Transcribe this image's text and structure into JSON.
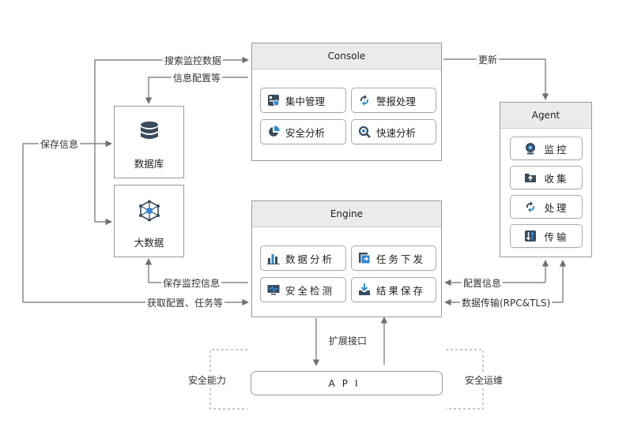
{
  "colors": {
    "line": "#6f6f6f",
    "dashed": "#a6a6a6",
    "header_bg": "#ebebeb",
    "accent": "#444444"
  },
  "console": {
    "title": "Console",
    "buttons": [
      {
        "label": "集中管理",
        "icon": "management-icon"
      },
      {
        "label": "警报处理",
        "icon": "alert-handling-icon"
      },
      {
        "label": "安全分析",
        "icon": "pie-chart-icon"
      },
      {
        "label": "快速分析",
        "icon": "magnifier-icon"
      }
    ]
  },
  "engine": {
    "title": "Engine",
    "buttons": [
      {
        "label": "数据分析",
        "icon": "bar-chart-icon"
      },
      {
        "label": "任务下发",
        "icon": "task-dispatch-icon"
      },
      {
        "label": "安全检测",
        "icon": "monitor-wave-icon"
      },
      {
        "label": "结果保存",
        "icon": "download-tray-icon"
      }
    ]
  },
  "agent": {
    "title": "Agent",
    "buttons": [
      {
        "label": "监控",
        "icon": "camera-icon"
      },
      {
        "label": "收集",
        "icon": "folder-upload-icon"
      },
      {
        "label": "处理",
        "icon": "process-arrows-icon"
      },
      {
        "label": "传输",
        "icon": "transfer-icon"
      }
    ]
  },
  "database": {
    "label": "数据库",
    "icon": "database-icon"
  },
  "bigdata": {
    "label": "大数据",
    "icon": "network-node-icon"
  },
  "api": {
    "label": "API"
  },
  "edges": {
    "search_monitor_data": "搜索监控数据",
    "info_config": "信息配置等",
    "save_info": "保存信息",
    "save_monitor_info": "保存监控信息",
    "get_config_tasks": "获取配置、任务等",
    "update": "更新",
    "config_info": "配置信息",
    "data_transfer": "数据传输(RPC&TLS)",
    "extension_interface": "扩展接口",
    "security_capability": "安全能力",
    "security_ops": "安全运维"
  }
}
